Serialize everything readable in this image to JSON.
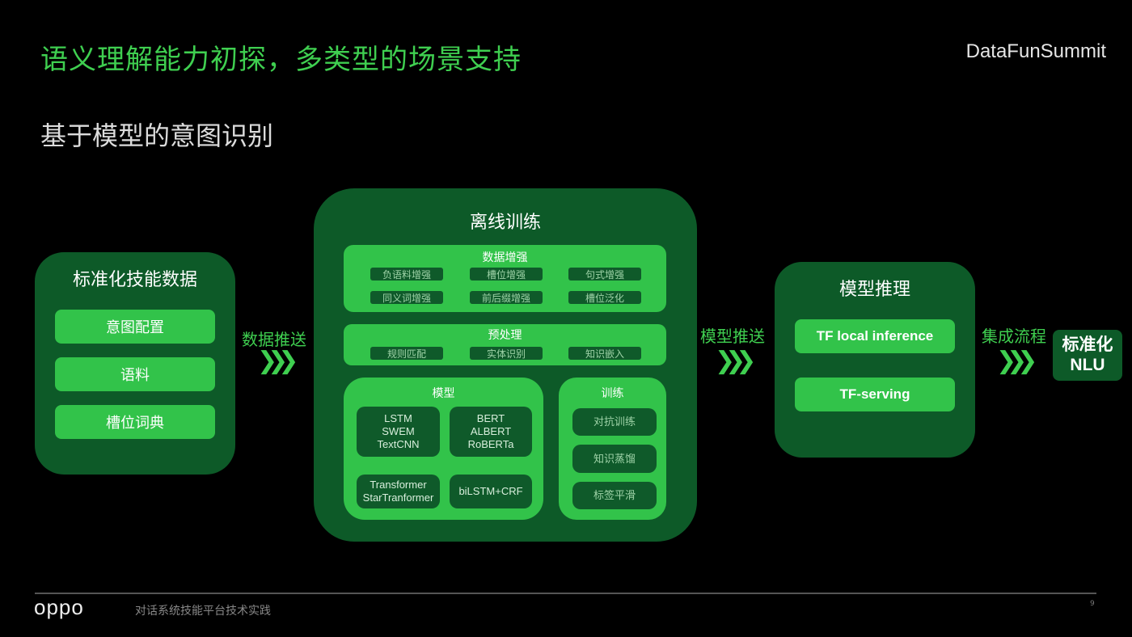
{
  "header": {
    "title": "语义理解能力初探，多类型的场景支持",
    "brand": "DataFunSummit",
    "subtitle": "基于模型的意图识别"
  },
  "left_panel": {
    "title": "标准化技能数据",
    "items": [
      "意图配置",
      "语料",
      "槽位词典"
    ]
  },
  "arrow1": {
    "label": "数据推送",
    "icon": "triple-chevron-right-icon"
  },
  "offline": {
    "title": "离线训练",
    "augment": {
      "title": "数据增强",
      "items": [
        "负语料增强",
        "槽位增强",
        "句式增强",
        "同义词增强",
        "前后缀增强",
        "槽位泛化"
      ]
    },
    "preprocess": {
      "title": "预处理",
      "items": [
        "规则匹配",
        "实体识别",
        "知识嵌入"
      ]
    },
    "model": {
      "title": "模型",
      "items": [
        "LSTM\nSWEM\nTextCNN",
        "BERT\nALBERT\nRoBERTa",
        "Transformer\nStarTranformer",
        "biLSTM+CRF"
      ]
    },
    "training": {
      "title": "训练",
      "items": [
        "对抗训练",
        "知识蒸馏",
        "标签平滑"
      ]
    }
  },
  "arrow2": {
    "label": "模型推送"
  },
  "inference": {
    "title": "模型推理",
    "items": [
      "TF local inference",
      "TF-serving"
    ]
  },
  "arrow3": {
    "label": "集成流程"
  },
  "nlu": {
    "line1": "标准化",
    "line2": "NLU"
  },
  "footer": {
    "logo": "oppo",
    "text": "对话系统技能平台技术实践",
    "page": "9"
  },
  "colors": {
    "dark_green": "#0d5a28",
    "bright_green": "#32c34a",
    "title_green": "#3fcf50"
  }
}
